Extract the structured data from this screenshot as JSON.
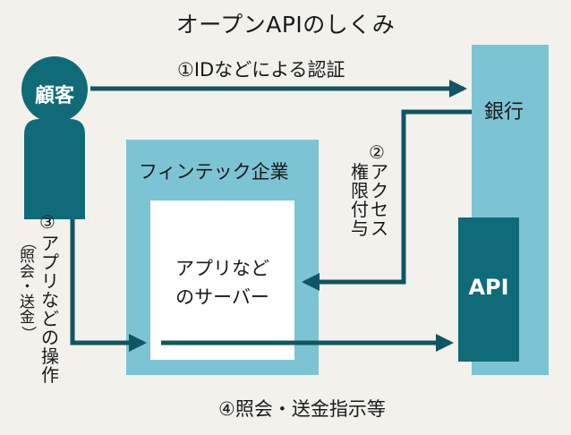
{
  "title": "オープンAPIのしくみ",
  "nodes": {
    "customer": "顧客",
    "bank": "銀行",
    "api": "API",
    "fintech": "フィンテック企業",
    "app_server_line1": "アプリなど",
    "app_server_line2": "のサーバー"
  },
  "steps": {
    "step1": "①IDなどによる認証",
    "step2_num": "②",
    "step2_col1": "アクセス",
    "step2_col2": "権限付与",
    "step3_num": "③",
    "step3_main": "アプリなどの操作",
    "step3_sub": "（照会・送金）",
    "step4": "④照会・送金指示等"
  },
  "colors": {
    "background": "#f2f1ec",
    "light_blue": "#7cc4d4",
    "dark_teal": "#0f6b78",
    "arrow": "#0f5562",
    "white": "#ffffff"
  }
}
